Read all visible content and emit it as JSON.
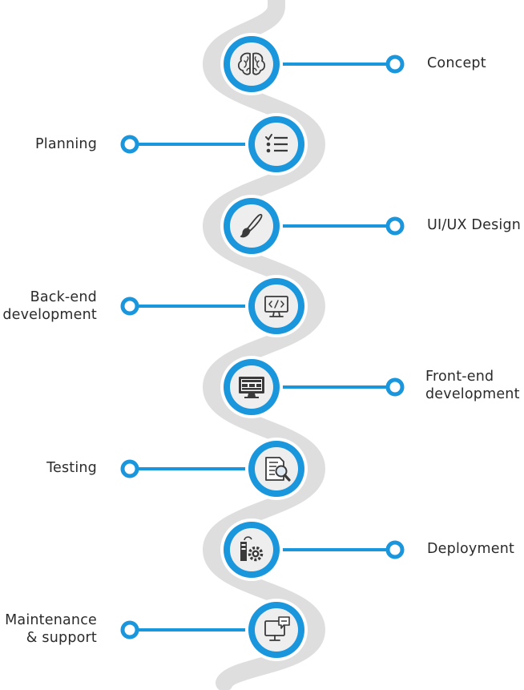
{
  "colors": {
    "accent": "#1a96dd",
    "path": "#dedede",
    "icon_disc": "#eeeeee",
    "icon_stroke": "#3a3a3a",
    "text": "#2b2b2b"
  },
  "steps": [
    {
      "lines": [
        "Concept"
      ],
      "side": "right",
      "icon": "brain-icon"
    },
    {
      "lines": [
        "Planning"
      ],
      "side": "left",
      "icon": "checklist-icon"
    },
    {
      "lines": [
        "UI/UX Design"
      ],
      "side": "right",
      "icon": "paintbrush-icon"
    },
    {
      "lines": [
        "Back-end",
        "development"
      ],
      "side": "left",
      "icon": "code-monitor-icon"
    },
    {
      "lines": [
        "Front-end",
        "development"
      ],
      "side": "right",
      "icon": "web-monitor-icon"
    },
    {
      "lines": [
        "Testing"
      ],
      "side": "left",
      "icon": "document-search-icon"
    },
    {
      "lines": [
        "Deployment"
      ],
      "side": "right",
      "icon": "server-gear-icon"
    },
    {
      "lines": [
        "Maintenance",
        "& support"
      ],
      "side": "left",
      "icon": "support-monitor-icon"
    }
  ]
}
